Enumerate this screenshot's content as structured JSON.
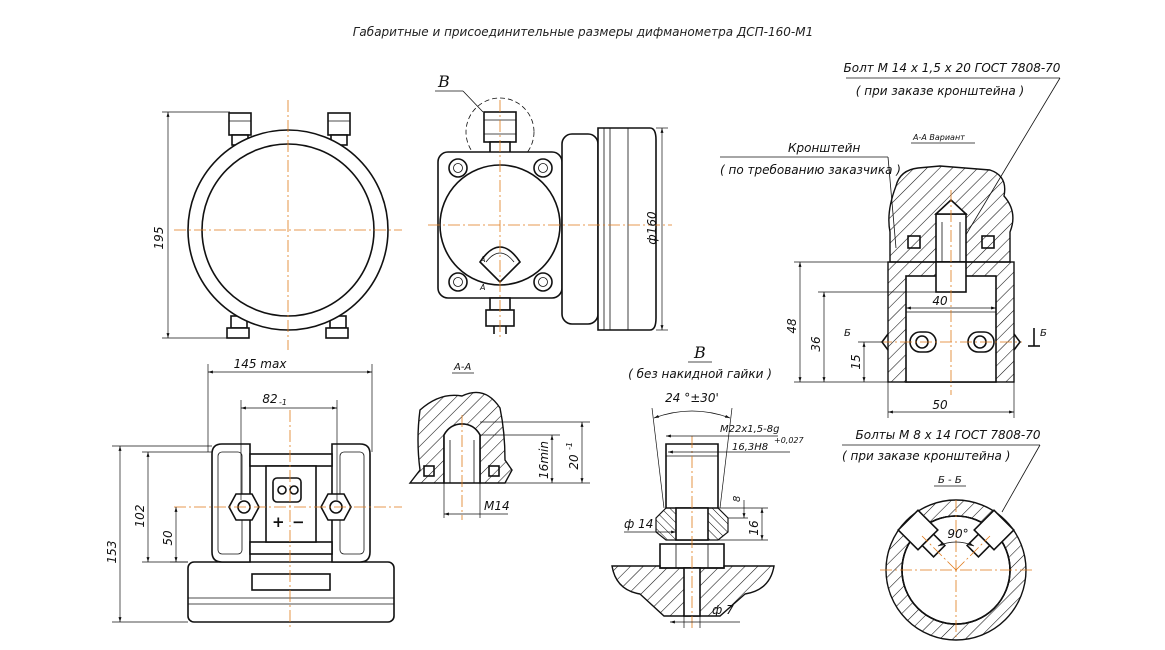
{
  "title": "Габаритные и присоединительные размеры дифманометра ДСП-160-М1",
  "colors": {
    "line": "#111111",
    "axis": "#e07a1a",
    "background": "#ffffff"
  },
  "views": {
    "front": {
      "dim_height": "195"
    },
    "side": {
      "callout_letter": "В",
      "dim_diameter": "ф160",
      "section_mark": "А"
    },
    "bottom": {
      "dim_max": "145 max",
      "dim_82": "82",
      "dim_82_tol": "-1",
      "dim_102": "102",
      "dim_50": "50",
      "dim_153": "153",
      "plus": "+",
      "minus": "−"
    },
    "section_aa": {
      "label": "А-А",
      "dim_16min": "16min",
      "dim_20": "20",
      "dim_20_tol": "-1",
      "thread": "M14"
    },
    "detail_b": {
      "letter": "В",
      "note": "( без накидной гайки )",
      "angle": "24 °±30'",
      "thread": "М22х1,5-8g",
      "fit": "16,3Н8",
      "fit_tol": "+0,027",
      "dim_8": "8",
      "dim_16": "16",
      "dim_d14": "ф 14",
      "dim_d7": "ф 7"
    },
    "bracket": {
      "bolt_note": "Болт М 14 х 1,5 х 20  ГОСТ 7808-70",
      "bolt_note2": "( при заказе кронштейна )",
      "bracket_note": "Кронштейн",
      "bracket_note2": "( по требованию заказчика )",
      "variant": "А-А Вариант",
      "dim_40": "40",
      "dim_48": "48",
      "dim_36": "36",
      "dim_15": "15",
      "dim_50": "50",
      "section_b": "Б"
    },
    "section_bb": {
      "bolts_note": "Болты М 8 х 14  ГОСТ 7808-70",
      "bolts_note2": "( при заказе кронштейна )",
      "label": "Б - Б",
      "angle": "90°"
    }
  }
}
